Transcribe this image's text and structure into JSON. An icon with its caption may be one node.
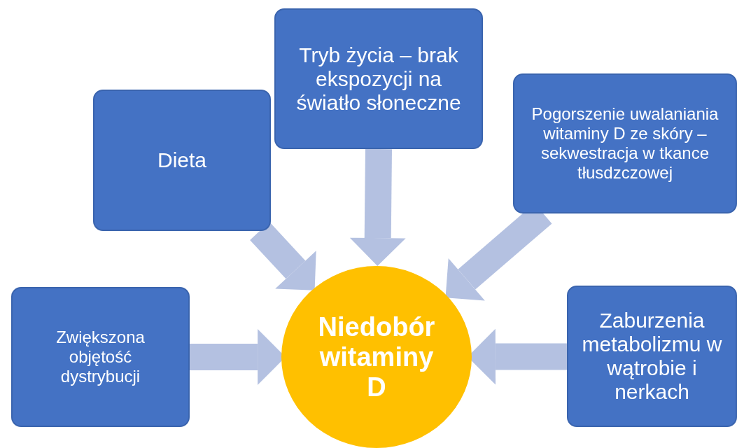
{
  "diagram": {
    "nodes": [
      {
        "text": [
          "Dieta"
        ]
      },
      {
        "text": [
          "Tryb życia – brak ekspozycji na światło słoneczne"
        ]
      },
      {
        "text": [
          "Pogorszenie uwalaniania witaminy D ze skóry – sekwestracja w tkance tłusdzczowej"
        ]
      },
      {
        "text": [
          "Zwiększona objętość dystrybucji"
        ]
      },
      {
        "text": [
          "Niedobór witaminy D"
        ]
      },
      {
        "text": [
          "Zaburzenia metabolizmu w wątrobie i nerkach"
        ]
      }
    ],
    "edges": [
      {
        "from": 0,
        "to": 4,
        "arrow": "to"
      },
      {
        "from": 1,
        "to": 4,
        "arrow": "to"
      },
      {
        "from": 2,
        "to": 4,
        "arrow": "to"
      },
      {
        "from": 3,
        "to": 4,
        "arrow": "to"
      },
      {
        "from": 5,
        "to": 4,
        "arrow": "to"
      }
    ]
  }
}
